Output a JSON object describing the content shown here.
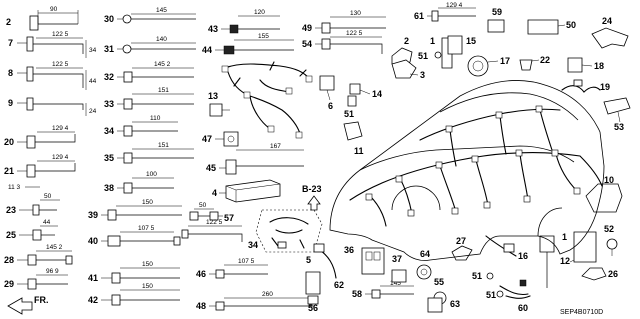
{
  "diagram": {
    "ref_code": "SEP4B0710D",
    "section_ref": "B-23",
    "front_label": "FR.",
    "left_column": [
      {
        "num": "2",
        "dim": "90"
      },
      {
        "num": "7",
        "dim": "122 5",
        "dim2": "34"
      },
      {
        "num": "8",
        "dim": "122 5",
        "dim2": "44"
      },
      {
        "num": "9",
        "dim": "",
        "dim2": "24"
      },
      {
        "num": "20",
        "dim": "129 4"
      },
      {
        "num": "21",
        "dim": "129 4",
        "dim2": "11 3"
      },
      {
        "num": "23",
        "dim": "50"
      },
      {
        "num": "25",
        "dim": "44"
      },
      {
        "num": "28",
        "dim": "145 2"
      },
      {
        "num": "29",
        "dim": "96 9"
      }
    ],
    "second_column": [
      {
        "num": "30",
        "dim": "145"
      },
      {
        "num": "31",
        "dim": "140"
      },
      {
        "num": "32",
        "dim": "145 2"
      },
      {
        "num": "33",
        "dim": "151"
      },
      {
        "num": "34",
        "dim": "110"
      },
      {
        "num": "35",
        "dim": "151"
      },
      {
        "num": "38",
        "dim": "100"
      },
      {
        "num": "39",
        "dim": "150"
      },
      {
        "num": "40",
        "dim": "107 5"
      },
      {
        "num": "41",
        "dim": "150"
      },
      {
        "num": "42",
        "dim": "150"
      }
    ],
    "third_column": [
      {
        "num": "43",
        "dim": "120"
      },
      {
        "num": "44",
        "dim": "155"
      },
      {
        "num": "45",
        "dim": "167"
      },
      {
        "num": "46",
        "dim": "107 5"
      },
      {
        "num": "48",
        "dim": "260"
      },
      {
        "num": "57",
        "dim": "50"
      },
      {
        "num": "34",
        "dim": "122 5"
      }
    ],
    "top_middle": [
      {
        "num": "49",
        "dim": "130"
      },
      {
        "num": "54",
        "dim": "122 5"
      },
      {
        "num": "61",
        "dim": "129 4"
      },
      {
        "num": "58",
        "dim": "145"
      }
    ],
    "misc_callouts": [
      "13",
      "47",
      "4",
      "6",
      "5",
      "51",
      "14",
      "11",
      "3",
      "2",
      "1",
      "15",
      "17",
      "22",
      "59",
      "50",
      "24",
      "18",
      "19",
      "53",
      "10",
      "52",
      "12",
      "26",
      "60",
      "16",
      "27",
      "37",
      "36",
      "64",
      "55",
      "62",
      "63",
      "56"
    ]
  }
}
